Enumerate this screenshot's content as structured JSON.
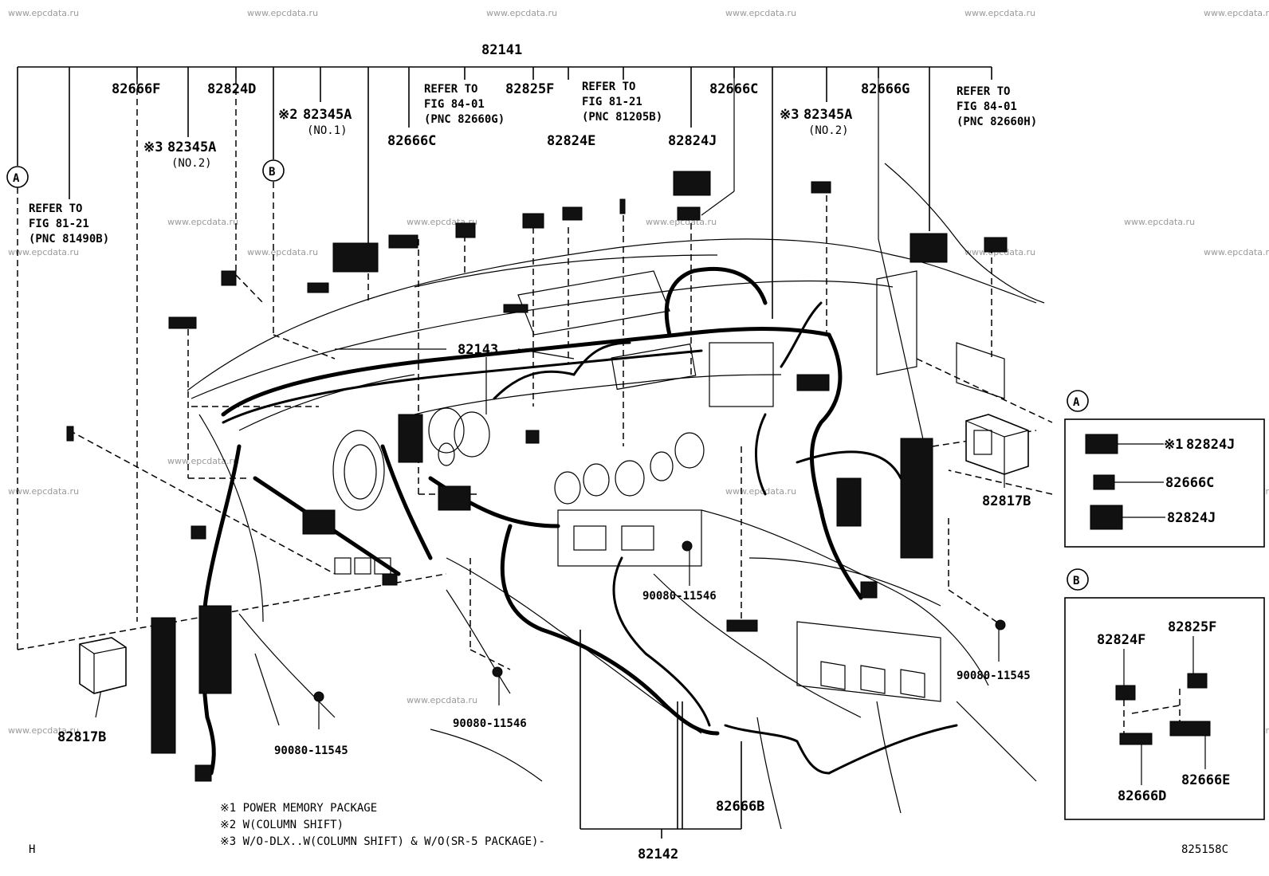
{
  "watermark": "www.epcdata.ru",
  "diagram_code": "825158C",
  "page_mark": "H",
  "main_harness": "82141",
  "parts": {
    "p82666F": "82666F",
    "p82824D": "82824D",
    "p82345A_1": "82345A",
    "p82345A_1_sub": "(NO.1)",
    "p82345A_1_mark": "※2",
    "p82345A_2": "82345A",
    "p82345A_2_sub": "(NO.2)",
    "p82345A_2_mark": "※3",
    "p82345A_3": "82345A",
    "p82345A_3_sub": "(NO.2)",
    "p82345A_3_mark": "※3",
    "p82825F": "82825F",
    "p82666C_top": "82666C",
    "p82666C_left": "82666C",
    "p82666G": "82666G",
    "p82824E": "82824E",
    "p82824J": "82824J",
    "p82143": "82143",
    "p82817B_left": "82817B",
    "p82817B_right": "82817B",
    "p82142": "82142",
    "p82666B": "82666B",
    "bolt_1": "90080-11546",
    "bolt_2": "90080-11546",
    "bolt_3": "90080-11545",
    "bolt_4": "90080-11545"
  },
  "refer_1": [
    "REFER TO",
    "FIG 81-21",
    "(PNC 81490B)"
  ],
  "refer_2": [
    "REFER TO",
    "FIG 84-01",
    "(PNC 82660G)"
  ],
  "refer_3": [
    "REFER TO",
    "FIG 81-21",
    "(PNC 81205B)"
  ],
  "refer_4": [
    "REFER TO",
    "FIG 84-01",
    "(PNC 82660H)"
  ],
  "callout_a": "A",
  "callout_b": "B",
  "inset_a": {
    "label": "A",
    "items": [
      {
        "mark": "※1",
        "part": "82824J"
      },
      {
        "mark": "",
        "part": "82666C"
      },
      {
        "mark": "",
        "part": "82824J"
      }
    ]
  },
  "inset_b": {
    "label": "B",
    "p1": "82824F",
    "p2": "82825F",
    "p3": "82666D",
    "p4": "82666E"
  },
  "notes": [
    "※1 POWER MEMORY PACKAGE",
    "※2 W(COLUMN SHIFT)",
    "※3 W/O-DLX..W(COLUMN SHIFT) & W/O(SR-5 PACKAGE)-"
  ]
}
